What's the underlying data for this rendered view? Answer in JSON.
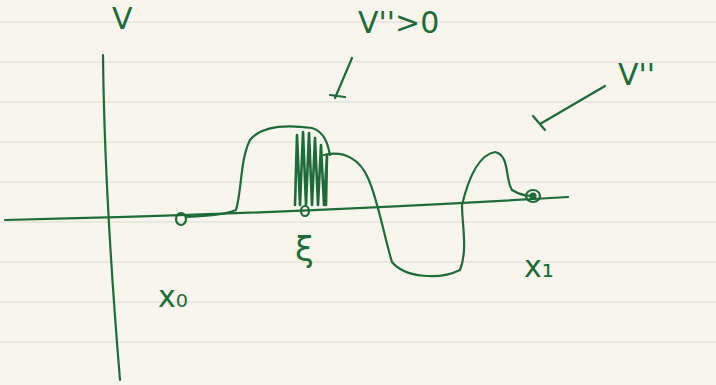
{
  "diagram": {
    "labels": [
      "V",
      "V''>0",
      "V''",
      "ξ",
      "x₀",
      "x₁"
    ]
  }
}
